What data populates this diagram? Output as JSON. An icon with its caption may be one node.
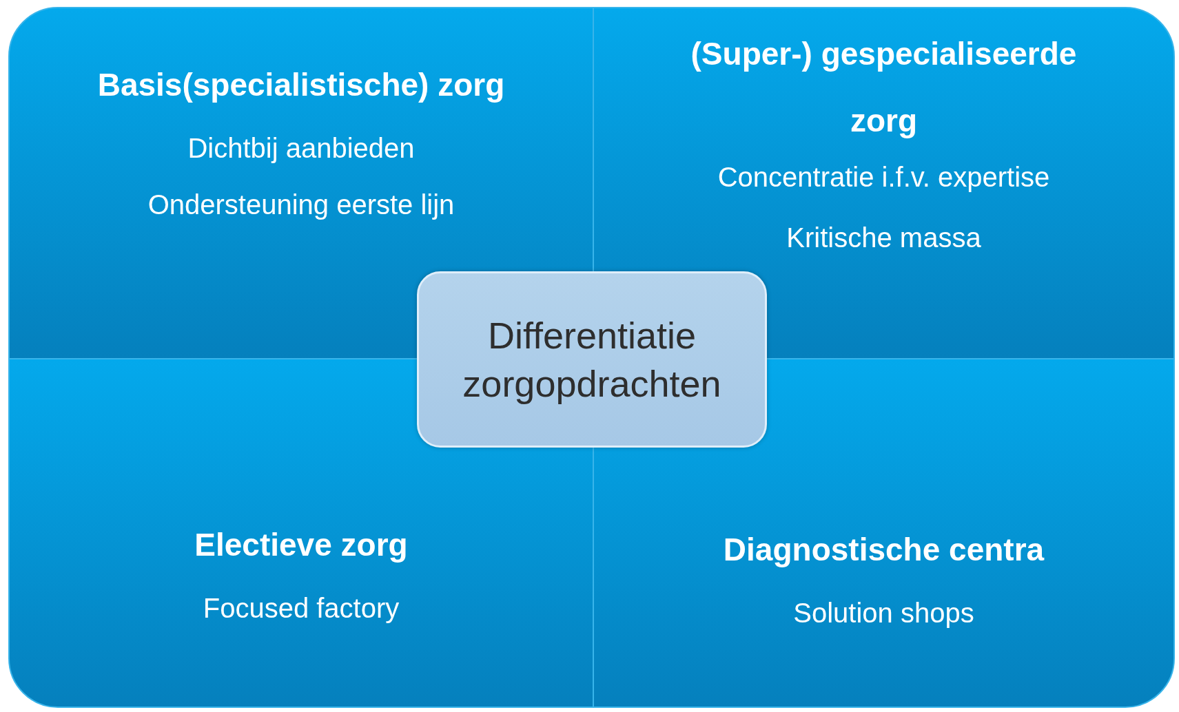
{
  "diagram": {
    "nodes": [
      {
        "text": [
          "Basis(specialistische) zorg",
          "Dichtbij aanbieden",
          "Ondersteuning eerste lijn"
        ]
      },
      {
        "text": [
          "(Super-) gespecialiseerde zorg",
          "Concentratie i.f.v. expertise",
          "Kritische massa"
        ]
      },
      {
        "text": [
          "Electieve zorg",
          "Focused factory"
        ]
      },
      {
        "text": [
          "Diagnostische centra",
          "Solution shops"
        ]
      },
      {
        "text": [
          "Differentiatie zorgopdrachten"
        ]
      }
    ]
  }
}
